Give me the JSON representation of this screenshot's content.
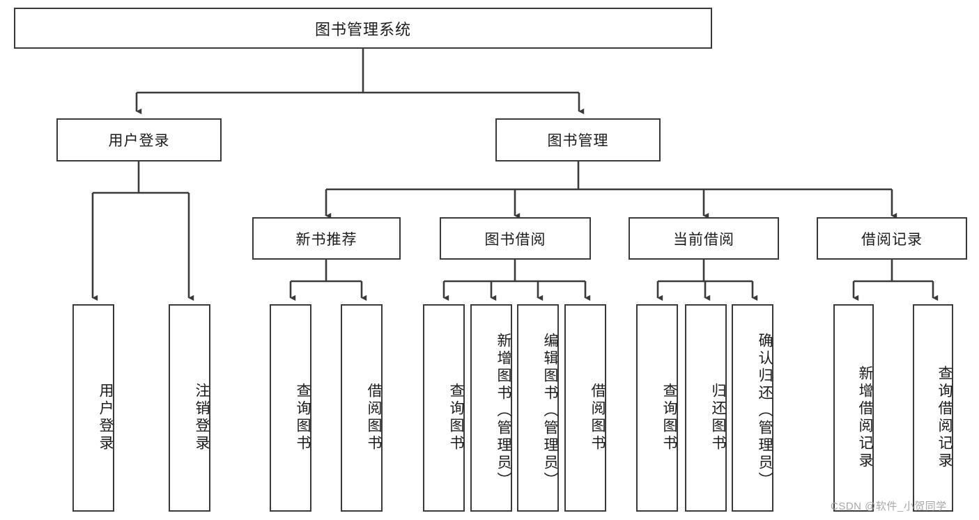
{
  "diagram": {
    "type": "hierarchy-tree",
    "title": "图书管理系统",
    "watermark": "CSDN @软件_小贺同学",
    "nodes": {
      "root": {
        "label": "图书管理系统"
      },
      "level1": [
        {
          "id": "user-login",
          "label": "用户登录"
        },
        {
          "id": "book-manage",
          "label": "图书管理"
        }
      ],
      "level2": [
        {
          "id": "new-book-recommend",
          "label": "新书推荐",
          "parent": "book-manage"
        },
        {
          "id": "book-borrow",
          "label": "图书借阅",
          "parent": "book-manage"
        },
        {
          "id": "current-borrow",
          "label": "当前借阅",
          "parent": "book-manage"
        },
        {
          "id": "borrow-record",
          "label": "借阅记录",
          "parent": "book-manage"
        }
      ],
      "leaves": [
        {
          "id": "leaf-user-login",
          "label": "用户登录",
          "parent": "user-login"
        },
        {
          "id": "leaf-user-logout",
          "label": "注销登录",
          "parent": "user-login"
        },
        {
          "id": "leaf-query-book-1",
          "label": "查询图书",
          "parent": "new-book-recommend"
        },
        {
          "id": "leaf-borrow-book-1",
          "label": "借阅图书",
          "parent": "new-book-recommend"
        },
        {
          "id": "leaf-query-book-2",
          "label": "查询图书",
          "parent": "book-borrow"
        },
        {
          "id": "leaf-add-book",
          "label": "新增图书（管理员）",
          "parent": "book-borrow"
        },
        {
          "id": "leaf-edit-book",
          "label": "编辑图书（管理员）",
          "parent": "book-borrow"
        },
        {
          "id": "leaf-borrow-book-2",
          "label": "借阅图书",
          "parent": "book-borrow"
        },
        {
          "id": "leaf-query-book-3",
          "label": "查询图书",
          "parent": "current-borrow"
        },
        {
          "id": "leaf-return-book",
          "label": "归还图书",
          "parent": "current-borrow"
        },
        {
          "id": "leaf-confirm-return",
          "label": "确认归还（管理员）",
          "parent": "current-borrow"
        },
        {
          "id": "leaf-add-record",
          "label": "新增借阅记录",
          "parent": "borrow-record"
        },
        {
          "id": "leaf-query-record",
          "label": "查询借阅记录",
          "parent": "borrow-record"
        }
      ]
    },
    "colors": {
      "stroke": "#3a3a3a",
      "fill": "#ffffff",
      "text": "#1b1b1b",
      "watermark": "#a8a8a8"
    }
  }
}
